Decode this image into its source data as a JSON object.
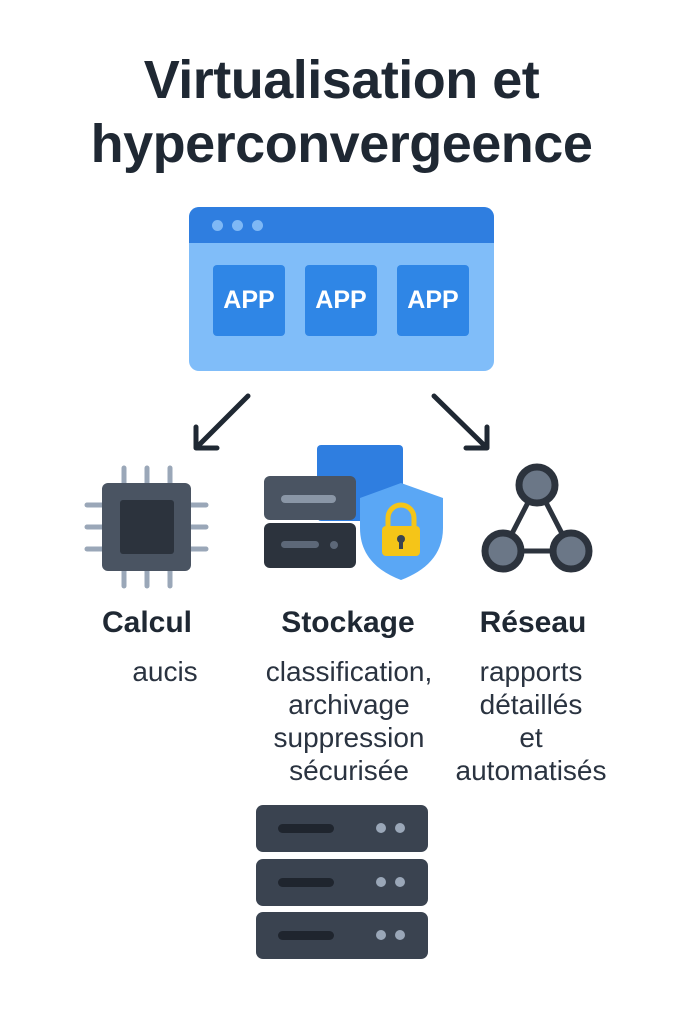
{
  "title": {
    "line1": "Virtualisation et",
    "line2": "hyperconvergeence"
  },
  "window": {
    "apps": [
      "APP",
      "APP",
      "APP"
    ]
  },
  "components": [
    {
      "label": "Calcul",
      "icon": "cpu-chip-icon",
      "description": [
        "aucis"
      ]
    },
    {
      "label": "Stockage",
      "icon": "storage-shield-icon",
      "description": [
        "classification,",
        "archivage",
        "suppression",
        "sécurisée"
      ]
    },
    {
      "label": "Réseau",
      "icon": "network-triangle-icon",
      "description": [
        "rapports",
        "détaillés",
        "et",
        "automatisés"
      ]
    }
  ],
  "colors": {
    "text": "#1f2833",
    "accent": "#2f7ee0",
    "light": "#80bdf9",
    "dark": "#3a4350",
    "lock": "#f5c518"
  }
}
